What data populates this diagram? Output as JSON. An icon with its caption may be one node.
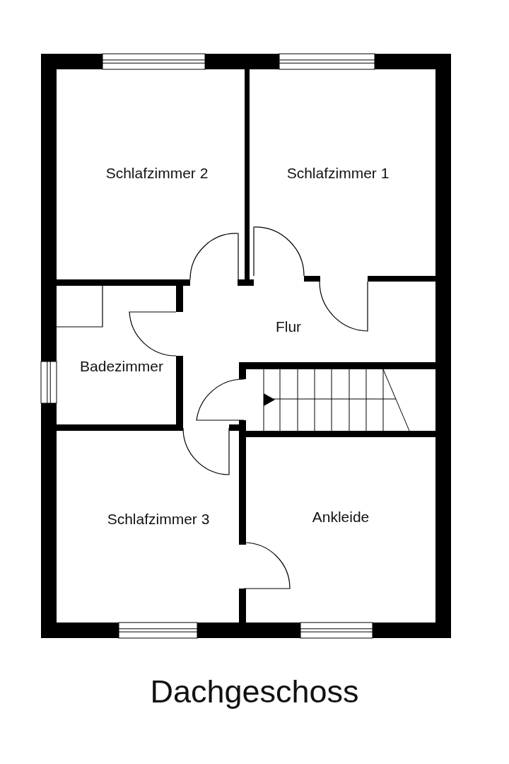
{
  "diagram": {
    "title": "Dachgeschoss",
    "nodes": [
      {
        "text": [
          "Schlafzimmer 2"
        ]
      },
      {
        "text": [
          "Schlafzimmer 1"
        ]
      },
      {
        "text": [
          "Flur"
        ]
      },
      {
        "text": [
          "Badezimmer"
        ]
      },
      {
        "text": [
          "Schlafzimmer 3"
        ]
      },
      {
        "text": [
          "Ankleide"
        ]
      }
    ]
  }
}
